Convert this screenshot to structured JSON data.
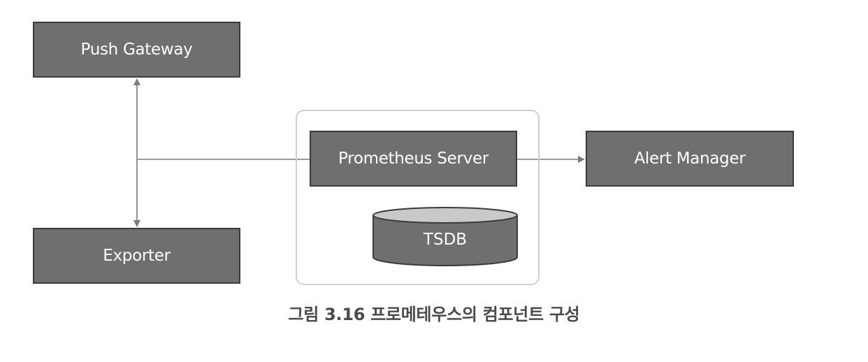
{
  "diagram": {
    "nodes": {
      "push_gateway": "Push Gateway",
      "exporter": "Exporter",
      "prometheus_server": "Prometheus Server",
      "alert_manager": "Alert Manager",
      "tsdb": "TSDB"
    },
    "edges": [
      {
        "from": "prometheus_server",
        "to": "push_gateway",
        "type": "arrow"
      },
      {
        "from": "prometheus_server",
        "to": "exporter",
        "type": "arrow"
      },
      {
        "from": "prometheus_server",
        "to": "alert_manager",
        "type": "arrow"
      }
    ],
    "caption": "그림 3.16 프로메테우스의 컴포넌트 구성"
  },
  "colors": {
    "node_fill": "#6f6f6f",
    "node_border": "#3a3a3a",
    "connector": "#7a7a7a",
    "group_border": "#cfcfcf",
    "caption_text": "#4a4a4a"
  }
}
